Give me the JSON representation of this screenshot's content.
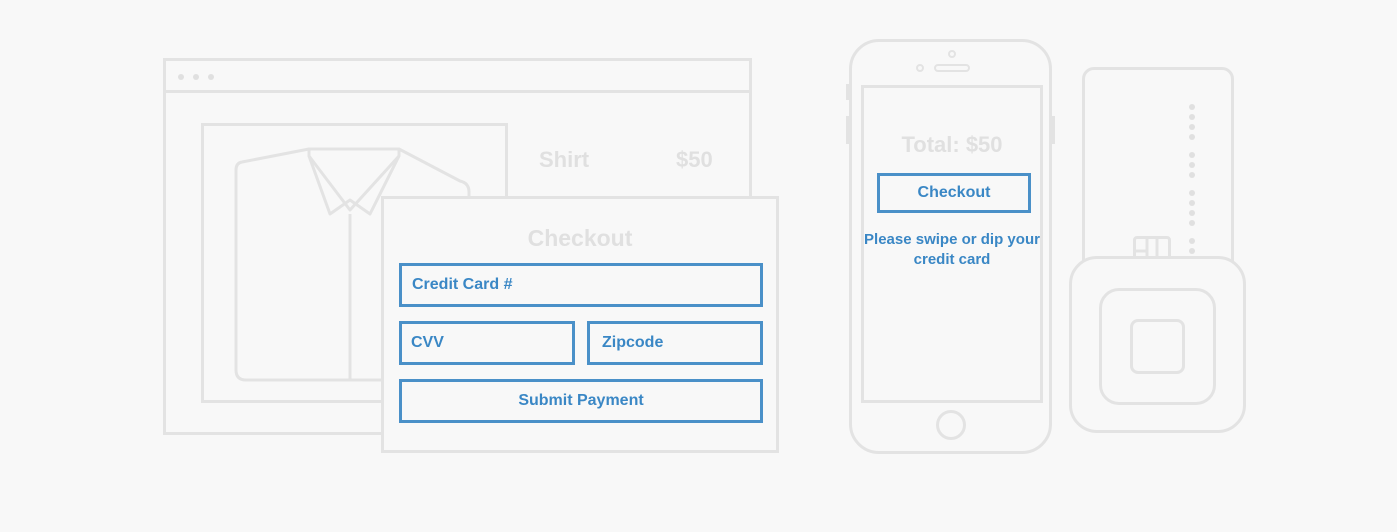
{
  "product": {
    "name": "Shirt",
    "price": "$50"
  },
  "checkout_form": {
    "title": "Checkout",
    "credit_card_label": "Credit Card #",
    "cvv_label": "CVV",
    "zipcode_label": "Zipcode",
    "submit_label": "Submit Payment"
  },
  "phone": {
    "total": "Total: $50",
    "checkout_label": "Checkout",
    "message": "Please swipe or dip your credit card"
  },
  "colors": {
    "accent": "#3a87c5",
    "outline": "#e3e3e3",
    "background": "#f8f8f8"
  },
  "icons": [
    "shirt-icon",
    "smartphone-icon",
    "credit-card-icon",
    "card-reader-icon"
  ]
}
